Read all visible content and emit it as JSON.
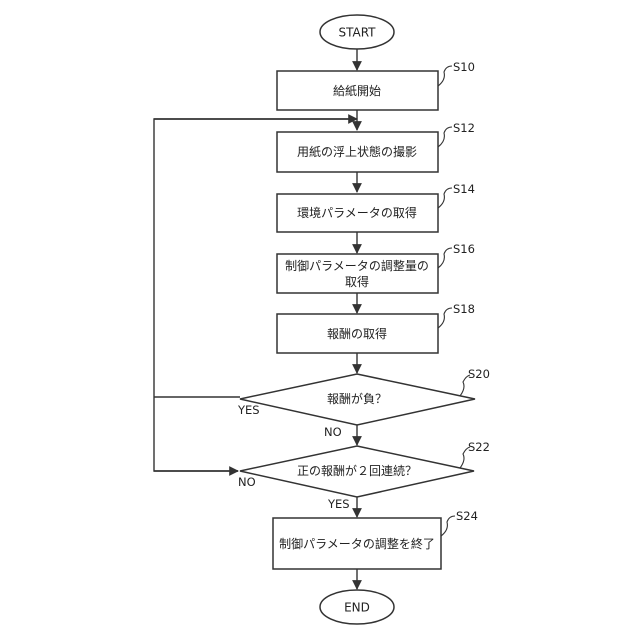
{
  "flowchart": {
    "start": "START",
    "end": "END",
    "steps": [
      {
        "id": "S10",
        "lines": [
          "給紙開始"
        ]
      },
      {
        "id": "S12",
        "lines": [
          "用紙の浮上状態の撮影"
        ]
      },
      {
        "id": "S14",
        "lines": [
          "環境パラメータの取得"
        ]
      },
      {
        "id": "S16",
        "lines": [
          "制御パラメータの調整量の",
          "取得"
        ]
      },
      {
        "id": "S18",
        "lines": [
          "報酬の取得"
        ]
      },
      {
        "id": "S24",
        "lines": [
          "制御パラメータの調整を終了"
        ]
      }
    ],
    "decisions": [
      {
        "id": "S20",
        "text": "報酬が負？",
        "yes_label": "YES",
        "no_label": "NO"
      },
      {
        "id": "S22",
        "text": "正の報酬が２回連続？",
        "yes_label": "YES",
        "no_label": "NO"
      }
    ]
  }
}
